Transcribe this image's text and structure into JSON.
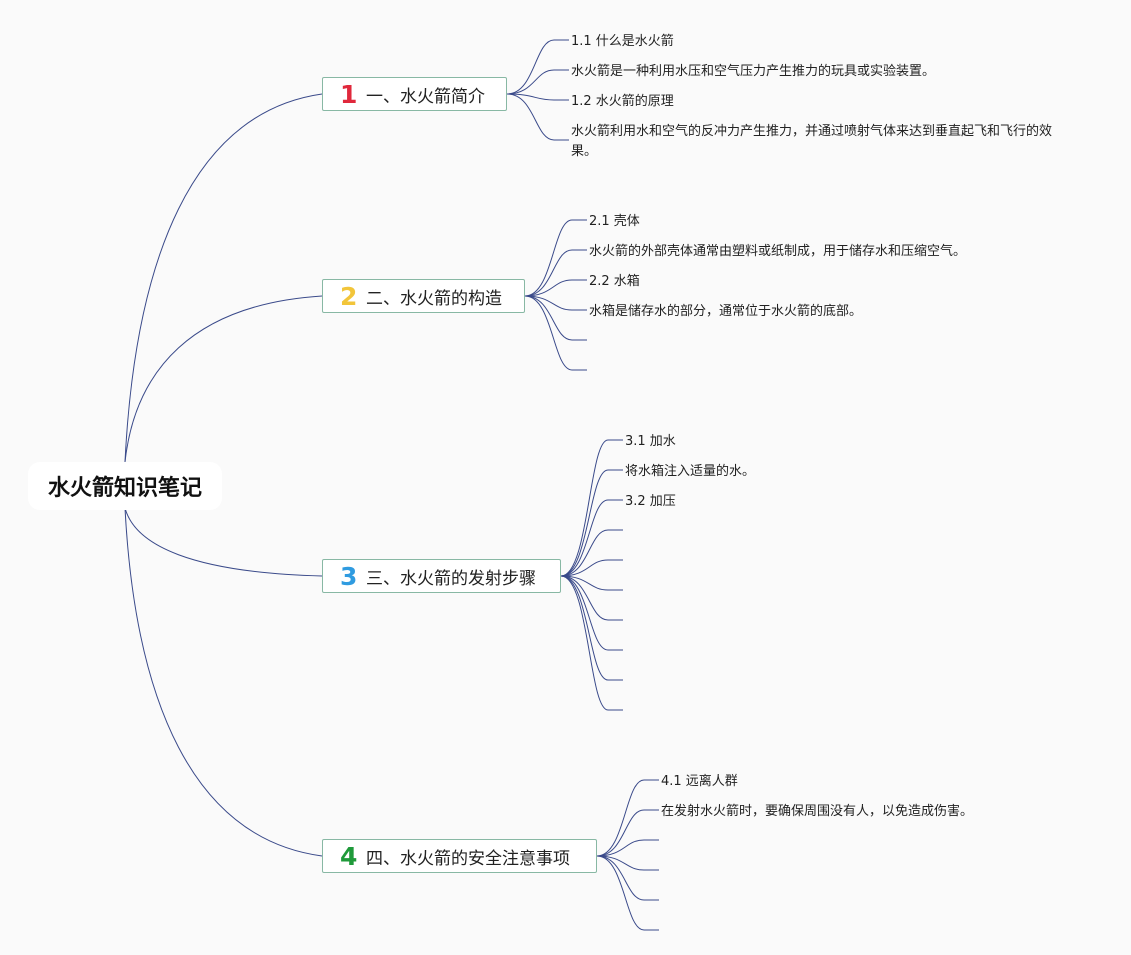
{
  "root": {
    "title": "水火箭知识笔记"
  },
  "branches": [
    {
      "number": "1",
      "color": "#e0283c",
      "label": "一、水火箭简介",
      "items": [
        "1.1 什么是水火箭",
        "水火箭是一种利用水压和空气压力产生推力的玩具或实验装置。",
        "1.2 水火箭的原理",
        "水火箭利用水和空气的反冲力产生推力，并通过喷射气体来达到垂直起飞和飞行的效果。"
      ]
    },
    {
      "number": "2",
      "color": "#f2c53a",
      "label": "二、水火箭的构造",
      "items": [
        "2.1 壳体",
        "水火箭的外部壳体通常由塑料或纸制成，用于储存水和压缩空气。",
        "2.2 水箱",
        "水箱是储存水的部分，通常位于水火箭的底部。",
        "",
        ""
      ]
    },
    {
      "number": "3",
      "color": "#2f9be0",
      "label": "三、水火箭的发射步骤",
      "items": [
        "3.1 加水",
        "将水箱注入适量的水。",
        "3.2 加压",
        "",
        "",
        "",
        "",
        "",
        ""
      ]
    },
    {
      "number": "4",
      "color": "#1f9a3a",
      "label": "四、水火箭的安全注意事项",
      "items": [
        "4.1 远离人群",
        "在发射水火箭时，要确保周围没有人，以免造成伤害。",
        "",
        "",
        ""
      ]
    }
  ]
}
